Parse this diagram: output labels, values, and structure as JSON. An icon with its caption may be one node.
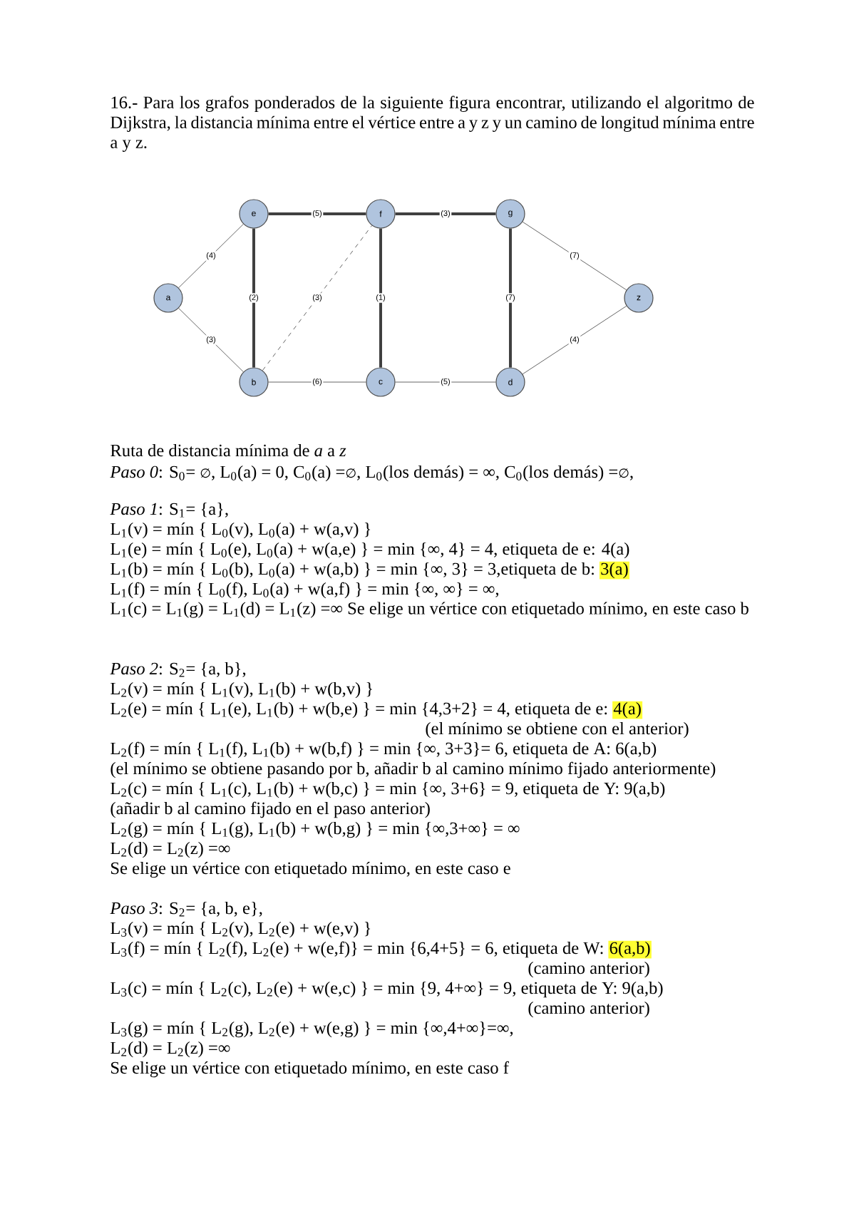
{
  "diagram": {
    "nodes": [
      {
        "text": [
          "a"
        ]
      },
      {
        "text": [
          "e"
        ]
      },
      {
        "text": [
          "f"
        ]
      },
      {
        "text": [
          "g"
        ]
      },
      {
        "text": [
          "z"
        ]
      },
      {
        "text": [
          "b"
        ]
      },
      {
        "text": [
          "c"
        ]
      },
      {
        "text": [
          "d"
        ]
      }
    ],
    "edges": [
      {
        "from": 0,
        "to": 1,
        "arrow": "none",
        "label": "(4)"
      },
      {
        "from": 0,
        "to": 5,
        "arrow": "none",
        "label": "(3)"
      },
      {
        "from": 1,
        "to": 2,
        "arrow": "none",
        "label": "(5)",
        "style": "thick"
      },
      {
        "from": 1,
        "to": 5,
        "arrow": "none",
        "label": "(2)",
        "style": "thick"
      },
      {
        "from": 5,
        "to": 2,
        "arrow": "none",
        "label": "(3)",
        "style": "dashed"
      },
      {
        "from": 2,
        "to": 3,
        "arrow": "none",
        "label": "(3)",
        "style": "thick"
      },
      {
        "from": 2,
        "to": 6,
        "arrow": "none",
        "label": "(1)",
        "style": "thick"
      },
      {
        "from": 3,
        "to": 7,
        "arrow": "none",
        "label": "(7)",
        "style": "thick"
      },
      {
        "from": 3,
        "to": 4,
        "arrow": "none",
        "label": "(7)"
      },
      {
        "from": 5,
        "to": 6,
        "arrow": "none",
        "label": "(6)"
      },
      {
        "from": 6,
        "to": 7,
        "arrow": "none",
        "label": "(5)"
      },
      {
        "from": 7,
        "to": 4,
        "arrow": "none",
        "label": "(4)"
      }
    ],
    "labels": [
      "16.- Para los grafos ponderados de la siguiente figura encontrar, utilizando el algoritmo de Dijkstra, la distancia mínima entre el vértice entre a y z y un camino de longitud mínima entre a y z.",
      "Ruta de distancia mínima de *a* a *z*",
      "*Paso 0*:  S$_{0}$= ∅, L$_{0}$(a) = 0, C$_{0}$(a) =∅, L$_{0}$(los demás) = ∞, C$_{0}$(los demás) =∅,",
      "*Paso 1*:  S$_{1}$= {a},",
      "L$_{1}$(v) =  mín { L$_{0}$(v), L$_{0}$(a) + w(a,v) }",
      "L$_{1}$(e) =  mín { L$_{0}$(e), L$_{0}$(a) + w(a,e) } = min {∞, 4} = 4, etiqueta de e: 4(a)",
      "L$_{1}$(b) =  mín { L$_{0}$(b), L$_{0}$(a) + w(a,b) } = min {∞, 3} = 3,etiqueta de b:",
      "3(a)",
      "L$_{1}$(f) =  mín { L$_{0}$(f), L$_{0}$(a) + w(a,f) } = min {∞, ∞} = ∞,",
      "L$_{1}$(c) = L$_{1}$(g) =  L$_{1}$(d) = L$_{1}$(z) =∞  Se elige un vértice con etiquetado mínimo, en este caso b",
      "*Paso 2*:  S$_{2}$= {a, b},",
      "L$_{2}$(v) =  mín { L$_{1}$(v), L$_{1}$(b) + w(b,v) }",
      "L$_{2}$(e) =  mín { L$_{1}$(e), L$_{1}$(b) + w(b,e) } = min {4,3+2} = 4, etiqueta de e:",
      "4(a)",
      "(el mínimo se obtiene con el anterior)",
      "L$_{2}$(f) =  mín { L$_{1}$(f), L$_{1}$(b) + w(b,f) } = min {∞, 3+3}= 6, etiqueta de A: 6(a,b)",
      "(el mínimo se obtiene pasando por b, añadir b al camino mínimo fijado anteriormente)",
      "L$_{2}$(c) =  mín { L$_{1}$(c), L$_{1}$(b) + w(b,c) } = min {∞, 3+6} = 9, etiqueta de Y: 9(a,b)",
      "(añadir b al camino fijado en el paso anterior)",
      "L$_{2}$(g) = mín { L$_{1}$(g), L$_{1}$(b) + w(b,g) } = min {∞,3+∞} = ∞",
      "L$_{2}$(d) = L$_{2}$(z) =∞",
      "Se elige un vértice con etiquetado mínimo, en este caso e",
      "*Paso 3*:  S$_{2}$= {a, b, e},",
      "L$_{3}$(v) =  mín { L$_{2}$(v), L$_{2}$(e) + w(e,v) }",
      "L$_{3}$(f) =  mín { L$_{2}$(f), L$_{2}$(e) + w(e,f)} = min {6,4+5} = 6, etiqueta de W:",
      "6(a,b)",
      "(camino anterior)",
      "L$_{3}$(c) =  mín { L$_{2}$(c), L$_{2}$(e) + w(e,c) } = min {9, 4+∞} = 9, etiqueta de Y: 9(a,b)",
      "(camino anterior)",
      "L$_{3}$(g) = mín { L$_{2}$(g), L$_{2}$(e) + w(e,g) } = min {∞,4+∞}=∞,",
      "L$_{2}$(d) = L$_{2}$(z) =∞",
      "Se elige un vértice con etiquetado mínimo, en este caso f"
    ]
  }
}
